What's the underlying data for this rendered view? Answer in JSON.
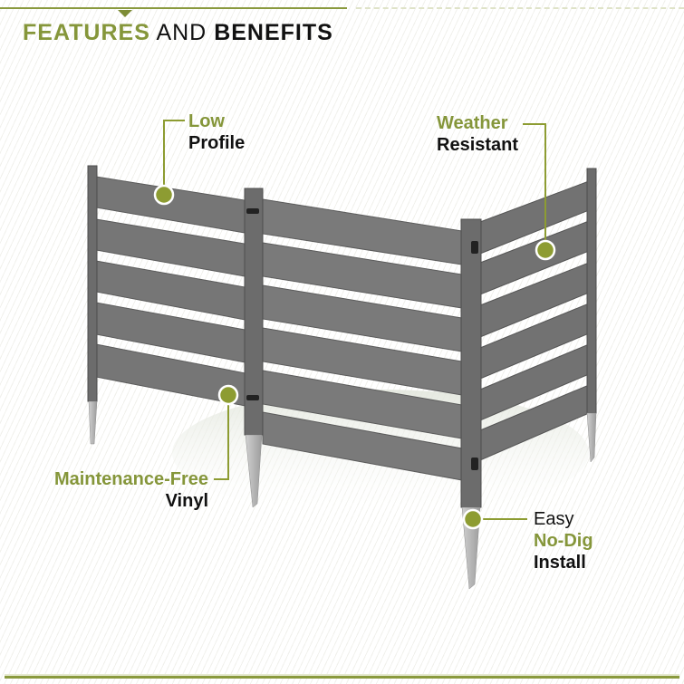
{
  "header": {
    "title_part1": "FEATURES",
    "title_part2": "AND",
    "title_part3": "BENEFITS"
  },
  "callouts": [
    {
      "id": "low-profile",
      "line1": "Low",
      "line2": "Profile"
    },
    {
      "id": "weather-resistant",
      "line1": "Weather",
      "line2": "Resistant"
    },
    {
      "id": "maintenance-free",
      "line1": "Maintenance-Free",
      "line2": "Vinyl"
    },
    {
      "id": "easy-no-dig",
      "line1": "Easy",
      "line2": "No-Dig",
      "line3": "Install"
    }
  ],
  "colors": {
    "accent_green": "#85963a",
    "marker_dot": "#8d9c32",
    "text_dark": "#111111",
    "fence_gray": "#707070",
    "stake_gray": "#b9b9b9"
  }
}
